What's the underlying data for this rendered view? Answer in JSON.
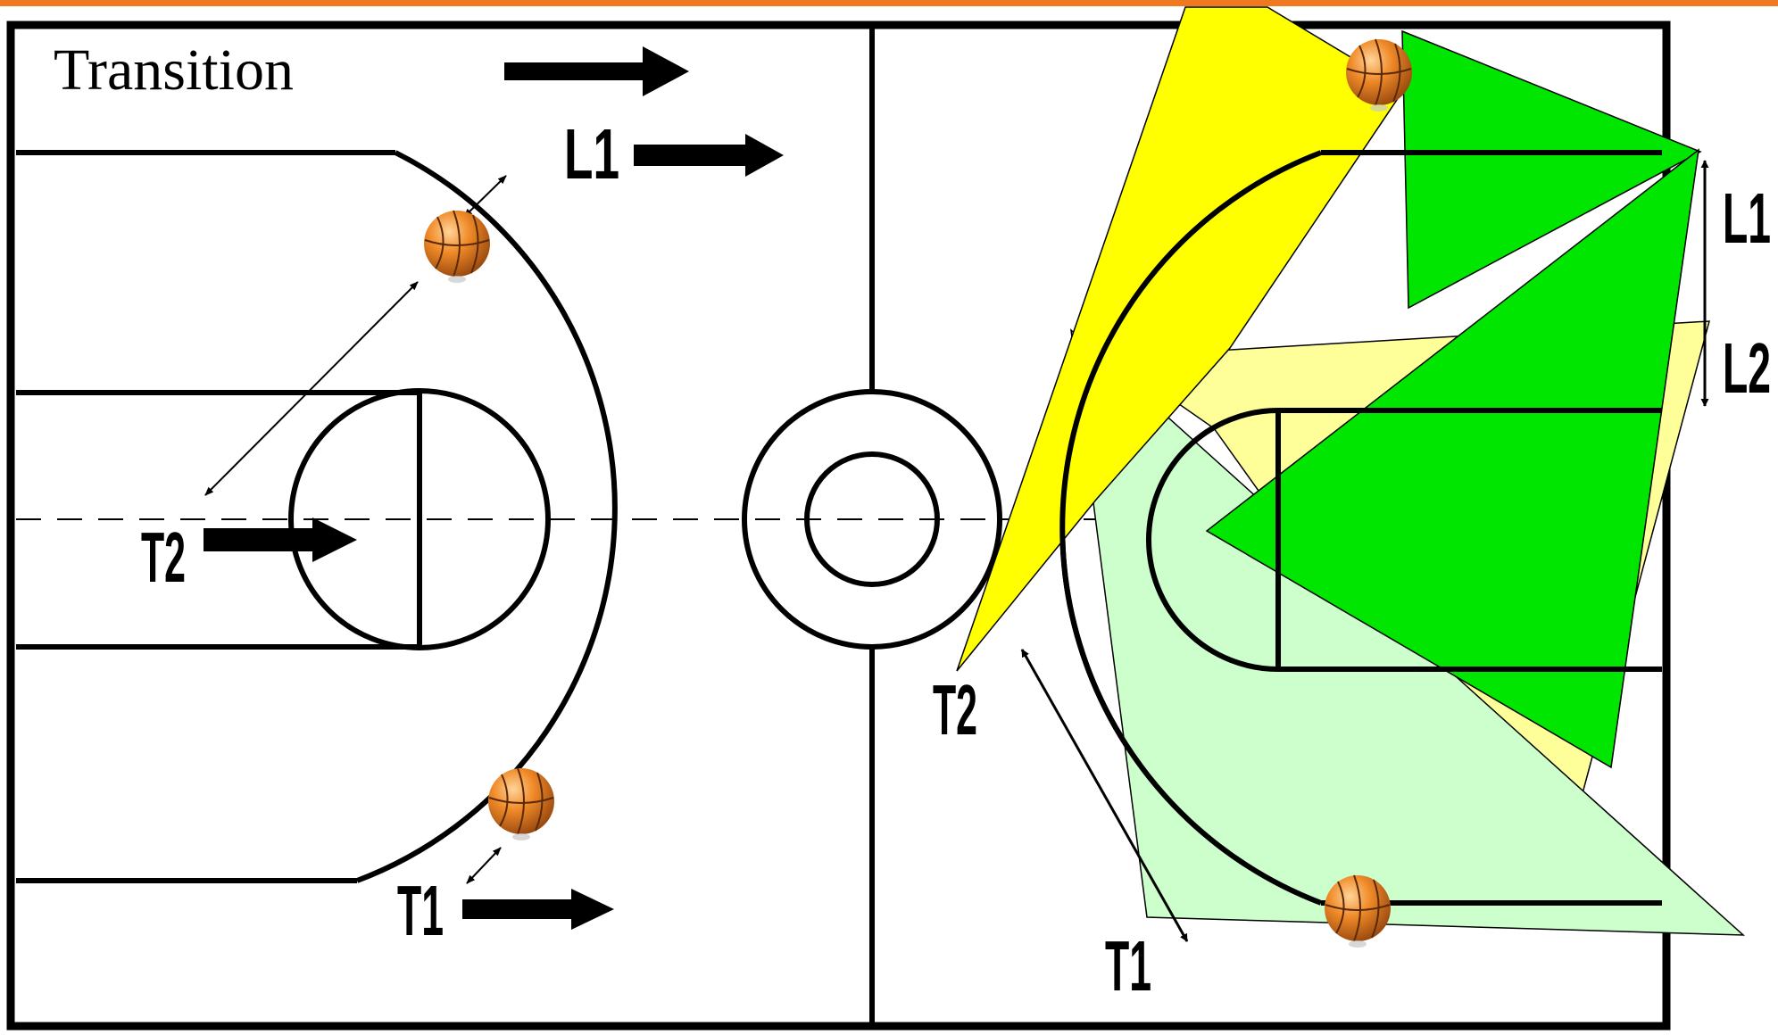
{
  "title": "Transition",
  "left_half": {
    "labels": {
      "l1": "L1",
      "t2": "T2",
      "t1": "T1"
    }
  },
  "right_half": {
    "labels": {
      "l1": "L1",
      "l2": "L2",
      "t2": "T2",
      "t1": "T1"
    }
  },
  "colors": {
    "accent_bar": "#f07820",
    "ball": "#f08a28",
    "zone_yellow": "#ffff00",
    "zone_light_yellow": "#ffff99",
    "zone_green": "#00e600",
    "zone_light_green": "#ccffcc"
  },
  "icons": [
    "basketball-icon",
    "arrow-right-icon",
    "double-arrow-icon"
  ]
}
